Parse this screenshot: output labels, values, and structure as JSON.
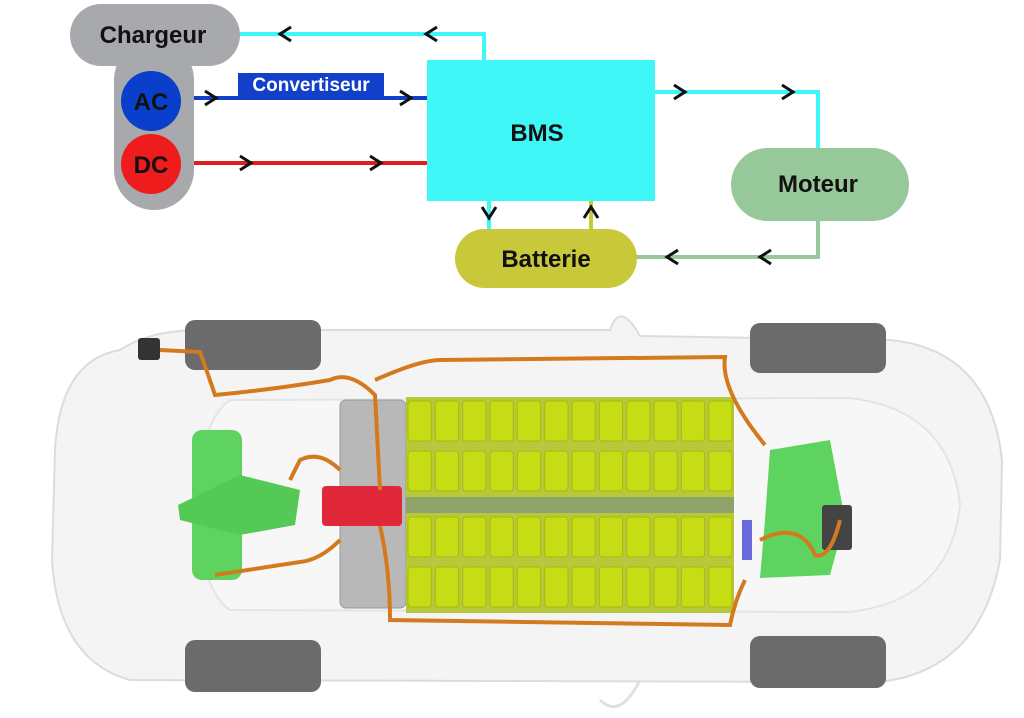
{
  "diagram": {
    "nodes": {
      "charger": {
        "label": "Chargeur",
        "color": "#a7a9ac"
      },
      "ac": {
        "label": "AC",
        "color": "#0a3fcc"
      },
      "dc": {
        "label": "DC",
        "color": "#ee1c1c"
      },
      "bms": {
        "label": "BMS",
        "color": "#3ff7f7"
      },
      "battery": {
        "label": "Batterie",
        "color": "#c9c83a"
      },
      "motor": {
        "label": "Moteur",
        "color": "#96c89a"
      }
    },
    "converter_label": "Convertiseur",
    "links": [
      {
        "from": "bms",
        "to": "charger",
        "color": "#3ff7f7"
      },
      {
        "from": "ac",
        "to": "bms",
        "color": "#1240c8",
        "via": "Convertiseur"
      },
      {
        "from": "dc",
        "to": "bms",
        "color": "#dd1f1f"
      },
      {
        "from": "bms",
        "to": "motor",
        "color": "#3ff7f7"
      },
      {
        "from": "motor",
        "to": "battery",
        "color": "#96c89a"
      },
      {
        "from": "bms",
        "to": "battery",
        "color": "#3ff7f7"
      },
      {
        "from": "battery",
        "to": "bms",
        "color": "#c9c83a"
      }
    ]
  },
  "illustration": {
    "subject": "electric-vehicle-top-view-powertrain",
    "battery_pack": {
      "rows": 4,
      "columns": 12,
      "color": "#c6dc14"
    },
    "motor_color": "#5fd35f",
    "cable_color": "#d47a1e",
    "junction_box_color": "#e0283a",
    "wheel_color": "#6b6b6b"
  }
}
